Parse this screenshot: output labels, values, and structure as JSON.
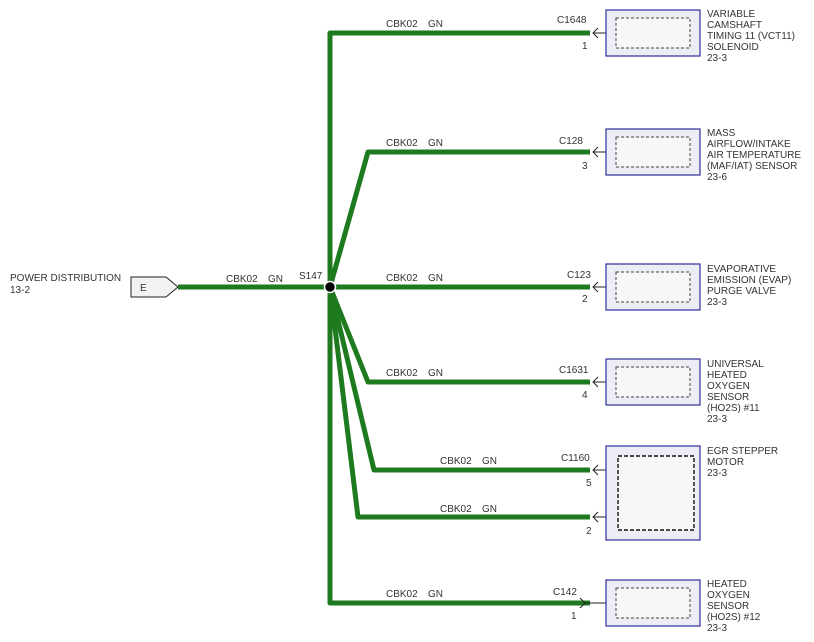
{
  "source": {
    "label_line1": "POWER DISTRIBUTION",
    "label_line2": "13-2",
    "connector_pin": "E"
  },
  "feed": {
    "circuit": "CBK02",
    "color": "GN",
    "splice": "S147"
  },
  "branches": [
    {
      "circuit": "CBK02",
      "color": "GN",
      "connector": "C1648",
      "pin": "1",
      "component": [
        "VARIABLE",
        "CAMSHAFT",
        "TIMING 11 (VCT11)",
        "SOLENOID",
        "23-3"
      ]
    },
    {
      "circuit": "CBK02",
      "color": "GN",
      "connector": "C128",
      "pin": "3",
      "component": [
        "MASS",
        "AIRFLOW/INTAKE",
        "AIR TEMPERATURE",
        "(MAF/IAT) SENSOR",
        "23-6"
      ]
    },
    {
      "circuit": "CBK02",
      "color": "GN",
      "connector": "C123",
      "pin": "2",
      "component": [
        "EVAPORATIVE",
        "EMISSION (EVAP)",
        "PURGE VALVE",
        "23-3"
      ]
    },
    {
      "circuit": "CBK02",
      "color": "GN",
      "connector": "C1631",
      "pin": "4",
      "component": [
        "UNIVERSAL",
        "HEATED",
        "OXYGEN",
        "SENSOR",
        "(HO2S) #11",
        "23-3"
      ]
    },
    {
      "circuit": "CBK02",
      "color": "GN",
      "connector": "C1160",
      "pin": "5",
      "component": [
        "EGR STEPPER",
        "MOTOR",
        "23-3"
      ]
    },
    {
      "circuit": "CBK02",
      "color": "GN",
      "connector": "",
      "pin": "2",
      "component": []
    },
    {
      "circuit": "CBK02",
      "color": "GN",
      "connector": "C142",
      "pin": "1",
      "component": [
        "HEATED",
        "OXYGEN",
        "SENSOR",
        "(HO2S) #12",
        "23-3"
      ]
    }
  ],
  "colors": {
    "wire": "#1e7a1e",
    "component_border": "#2f2f9a",
    "component_fill": "#ededf6"
  }
}
